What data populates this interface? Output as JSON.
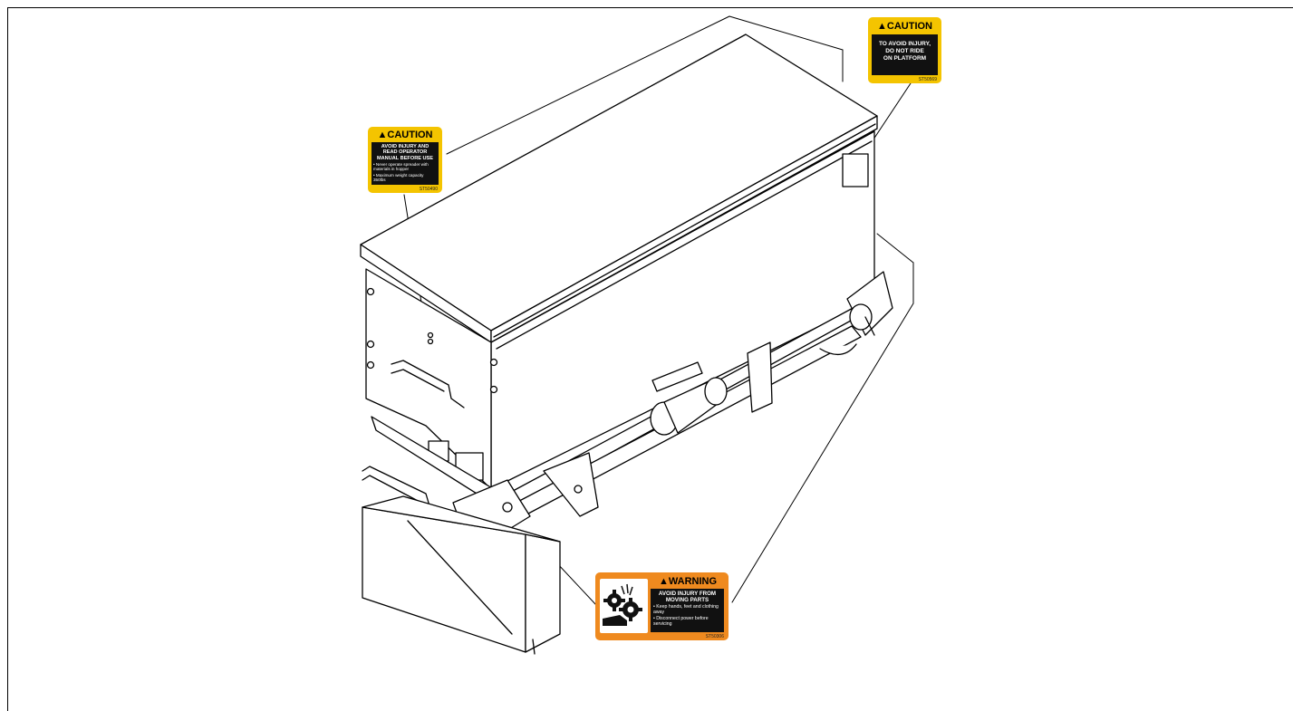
{
  "decals": {
    "top_caution": {
      "header": "CAUTION",
      "body": [
        "TO AVOID INJURY,",
        "DO NOT RIDE",
        "ON PLATFORM"
      ],
      "code": "ST50569",
      "color": "#f4c400"
    },
    "left_caution": {
      "header": "CAUTION",
      "title": [
        "AVOID INJURY AND",
        "READ OPERATOR",
        "MANUAL BEFORE USE"
      ],
      "bullets": [
        "• Never operate spreader with materials in hopper",
        "• Maximum weight capacity 350lbs"
      ],
      "code": "ST50490",
      "color": "#f4c400"
    },
    "warning": {
      "header": "WARNING",
      "title": [
        "AVOID INJURY FROM",
        "MOVING PARTS"
      ],
      "bullets": [
        "• Keep hands, feet and clothing away",
        "• Disconnect power before servicing"
      ],
      "code": "ST50306",
      "color": "#ef8a1f",
      "icon": "gear-entanglement-icon"
    }
  }
}
